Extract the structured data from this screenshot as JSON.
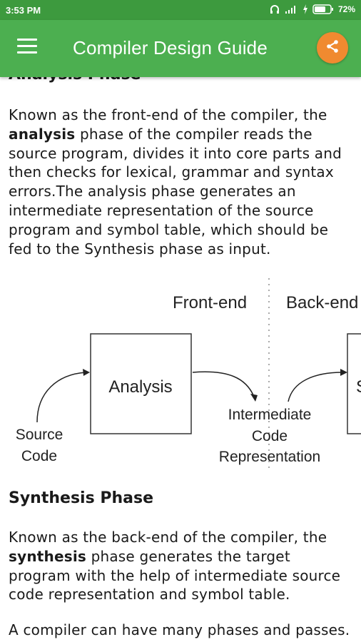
{
  "status_bar": {
    "time": "3:53 PM",
    "battery": "72%"
  },
  "app_bar": {
    "title": "Compiler Design Guide",
    "menu_icon": "hamburger-menu-icon",
    "share_icon": "share-icon",
    "share_color": "#f08a30",
    "bar_color": "#4caf50"
  },
  "content": {
    "analysis_heading": "Analysis Phase",
    "analysis_para": {
      "before": "Known as the front-end of the compiler, the ",
      "bold": "analysis",
      "after": " phase of the compiler reads the source program, divides it into core parts and then checks for lexical, grammar and syntax errors.The analysis phase generates an intermediate representation of the source program and symbol table, which should be fed to the Synthesis phase as input."
    },
    "diagram": {
      "front_end": "Front-end",
      "back_end": "Back-end",
      "analysis_box": "Analysis",
      "source_line1": "Source",
      "source_line2": "Code",
      "ir_line1": "Intermediate",
      "ir_line2": "Code",
      "ir_line3": "Representation",
      "synthesis_box_partial": "S"
    },
    "synthesis_heading": "Synthesis Phase",
    "synthesis_para": {
      "before": "Known as the back-end of the compiler, the ",
      "bold": "synthesis",
      "after": " phase generates the target program with the help of intermediate source code representation and symbol table."
    },
    "passes_para": "A compiler can have many phases and passes."
  }
}
